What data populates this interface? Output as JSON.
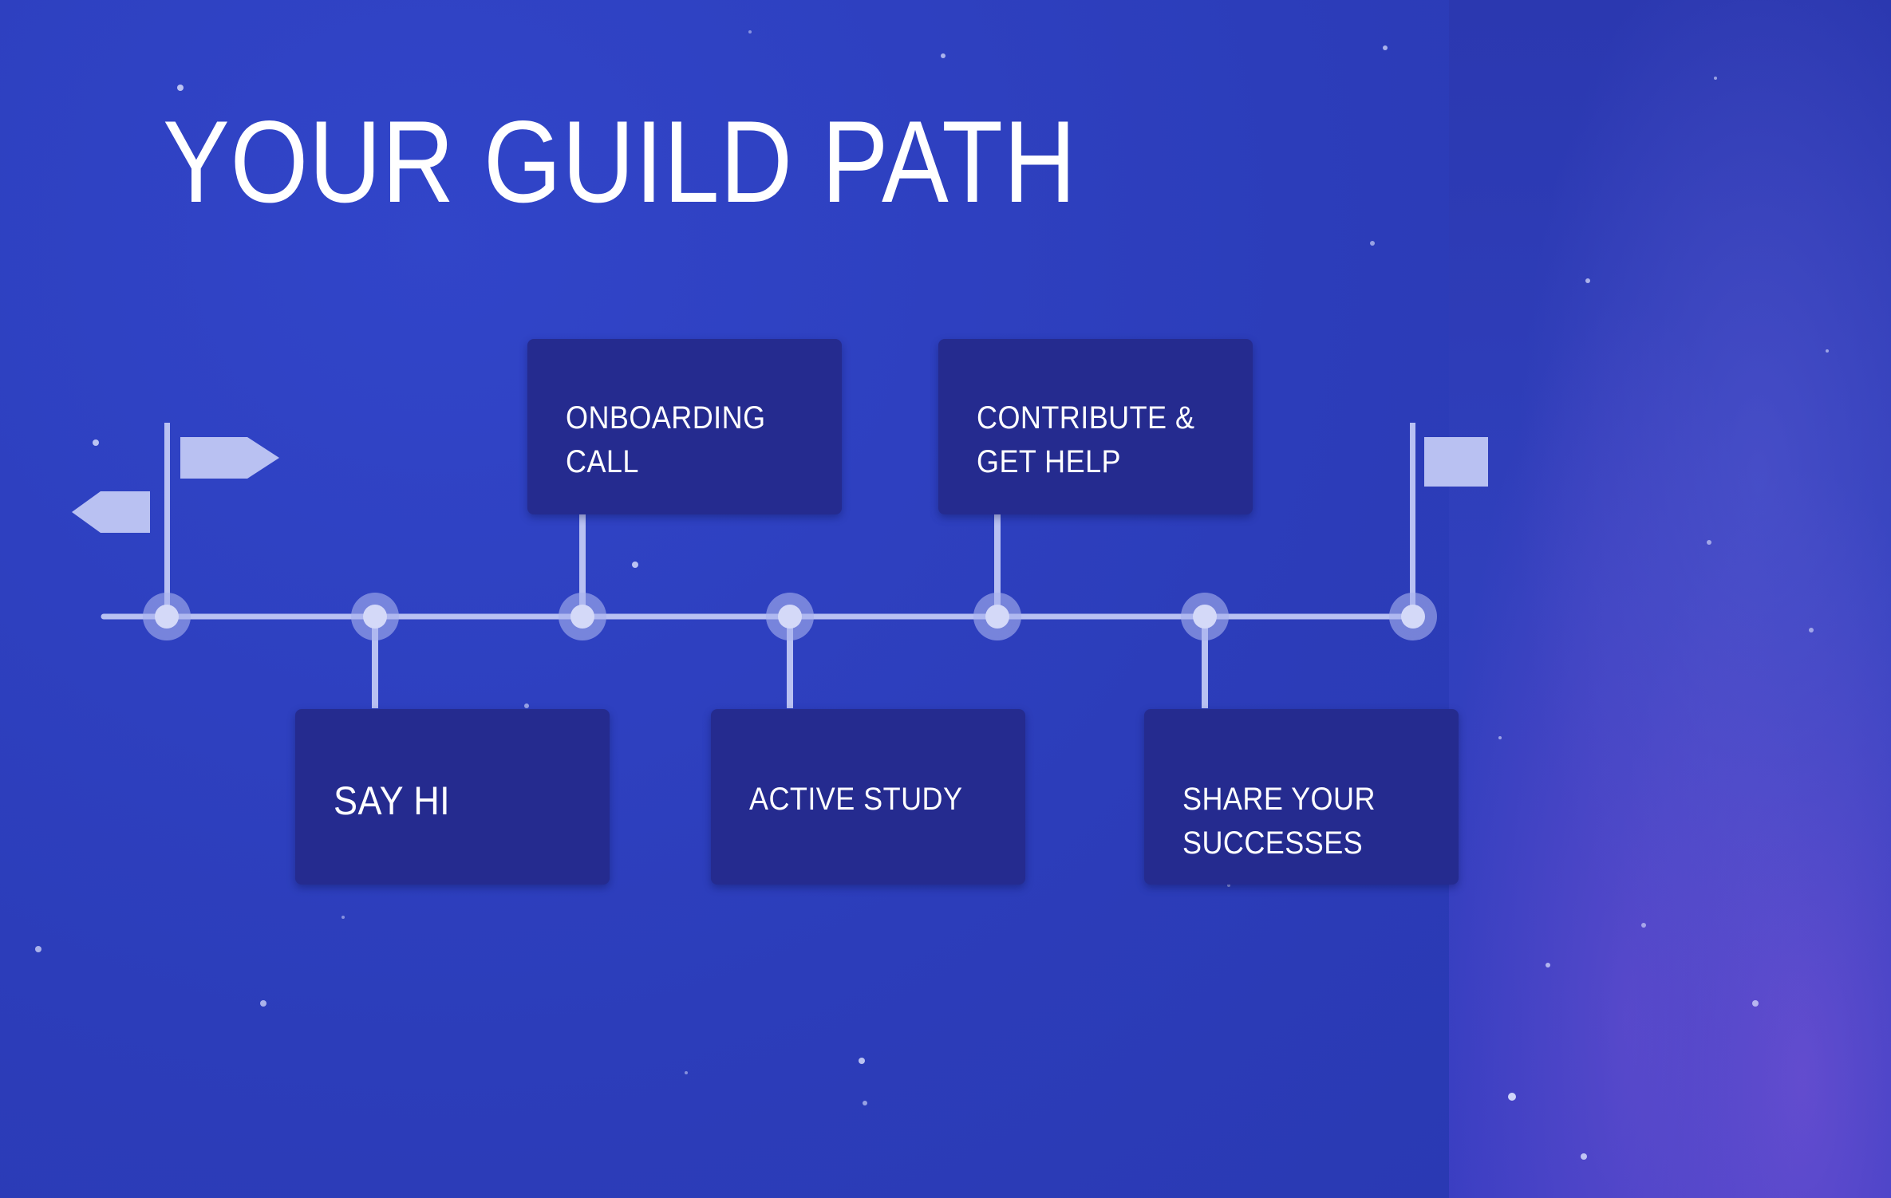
{
  "title": "YOUR GUILD PATH",
  "steps": [
    {
      "label": "SAY HI",
      "position": "below",
      "order": 1
    },
    {
      "label": "ONBOARDING\nCALL",
      "position": "above",
      "order": 2
    },
    {
      "label": "ACTIVE STUDY",
      "position": "below",
      "order": 3
    },
    {
      "label": "CONTRIBUTE &\nGET HELP",
      "position": "above",
      "order": 4
    },
    {
      "label": "SHARE YOUR\nSUCCESSES",
      "position": "below",
      "order": 5
    }
  ],
  "timeline": {
    "milestones": 7,
    "start_icon": "signpost-flags-icon",
    "end_icon": "finish-flag-icon"
  },
  "colors": {
    "background": "#2d3fbf",
    "box": "#252b8f",
    "timeline": "#a9b3ee",
    "text": "#ffffff"
  }
}
